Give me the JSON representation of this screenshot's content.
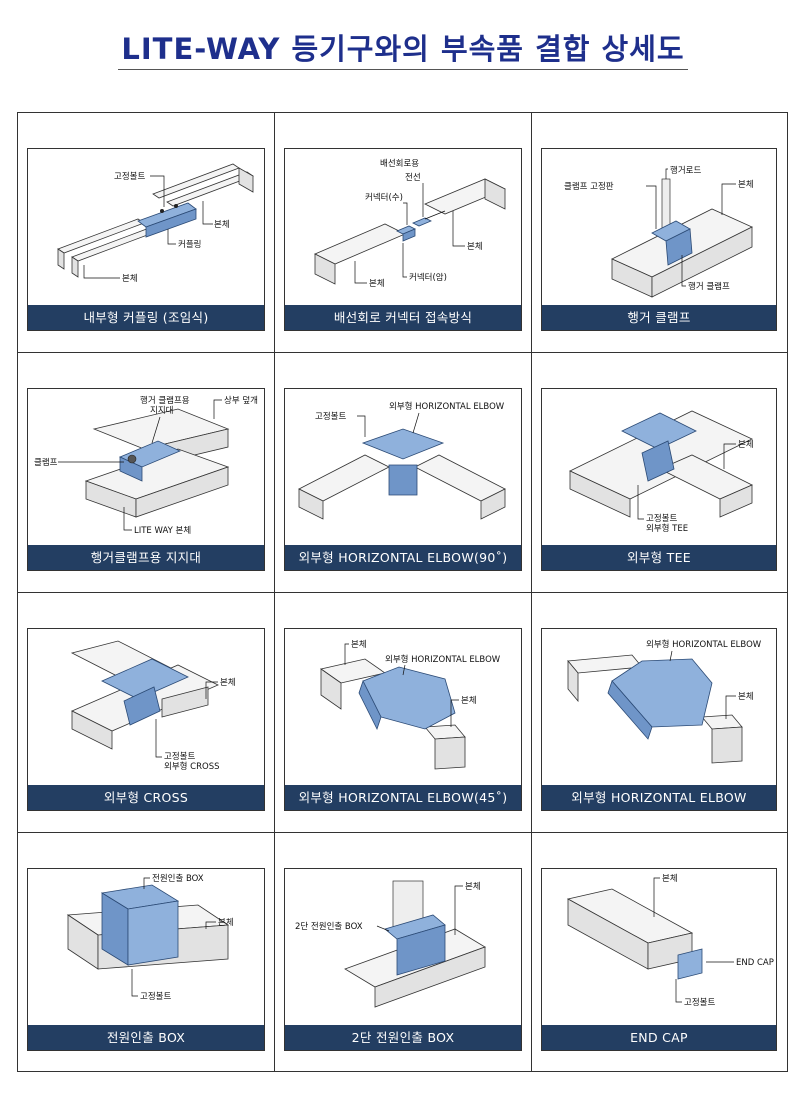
{
  "title": "LITE-WAY 등기구와의 부속품 결합 상세도",
  "cells": [
    {
      "caption": "내부형 커플링 (조임식)",
      "labels": [
        "고정볼트",
        "본체",
        "커플링",
        "본체"
      ]
    },
    {
      "caption": "배선회로 커넥터 접속방식",
      "labels": [
        "배선회로용",
        "전선",
        "커넥터(수)",
        "본체",
        "본체",
        "커넥터(암)"
      ]
    },
    {
      "caption": "행거 클램프",
      "labels": [
        "행거로드",
        "클램프 고정판",
        "본체",
        "행거 클램프"
      ]
    },
    {
      "caption": "행거클램프용 지지대",
      "labels": [
        "행거 클램프용",
        "지지대",
        "상부 덮개",
        "클램프",
        "LITE WAY 본체"
      ]
    },
    {
      "caption": "외부형 HORIZONTAL ELBOW(90˚)",
      "labels": [
        "고정볼트",
        "외부형 HORIZONTAL ELBOW"
      ]
    },
    {
      "caption": "외부형 TEE",
      "labels": [
        "본체",
        "고정볼트",
        "외부형 TEE"
      ]
    },
    {
      "caption": "외부형 CROSS",
      "labels": [
        "본체",
        "고정볼트",
        "외부형 CROSS"
      ]
    },
    {
      "caption": "외부형 HORIZONTAL ELBOW(45˚)",
      "labels": [
        "본체",
        "외부형 HORIZONTAL ELBOW",
        "본체"
      ]
    },
    {
      "caption": "외부형 HORIZONTAL ELBOW",
      "labels": [
        "외부형 HORIZONTAL ELBOW",
        "본체"
      ]
    },
    {
      "caption": "전원인출 BOX",
      "labels": [
        "전원인출 BOX",
        "본체",
        "고정볼트"
      ]
    },
    {
      "caption": "2단 전원인출 BOX",
      "labels": [
        "본체",
        "2단 전원인출 BOX"
      ]
    },
    {
      "caption": "END CAP",
      "labels": [
        "본체",
        "END CAP",
        "고정볼트"
      ]
    }
  ],
  "colors": {
    "title": "#1e2f8c",
    "caption_bg": "#233e62",
    "accessory": "#8fb1dc"
  }
}
